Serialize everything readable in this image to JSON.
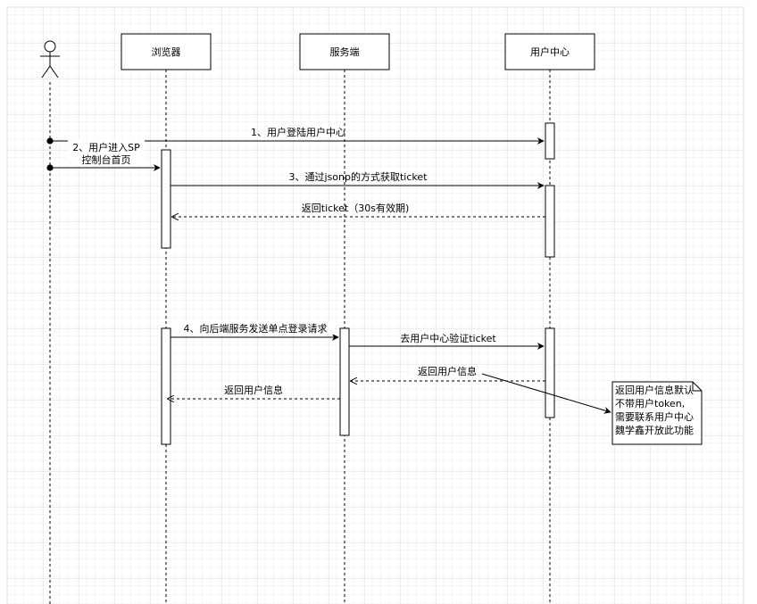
{
  "diagram": {
    "participants": [
      {
        "id": "actor",
        "label": ""
      },
      {
        "id": "browser",
        "label": "浏览器"
      },
      {
        "id": "server",
        "label": "服务端"
      },
      {
        "id": "usercenter",
        "label": "用户中心"
      }
    ],
    "messages": [
      {
        "id": "m1",
        "label": "1、用户登陆用户中心"
      },
      {
        "id": "m2",
        "label_lines": [
          "2、用户进入SP",
          "控制台首页"
        ]
      },
      {
        "id": "m3",
        "label": "3、通过jsonp的方式获取ticket"
      },
      {
        "id": "m4",
        "label": "返回ticket（30s有效期)"
      },
      {
        "id": "m5",
        "label": "4、向后端服务发送单点登录请求"
      },
      {
        "id": "m6",
        "label": "去用户中心验证ticket"
      },
      {
        "id": "m7",
        "label": "返回用户信息"
      },
      {
        "id": "m8",
        "label": "返回用户信息"
      }
    ],
    "note": {
      "lines": [
        "返回用户信息默认",
        "不带用户token,",
        "需要联系用户中心",
        "魏学鑫开放此功能"
      ]
    },
    "colors": {
      "grid_minor": "#eeeeee",
      "grid_major": "#dcdcdc",
      "line": "#000000",
      "box_fill": "#ffffff"
    }
  }
}
